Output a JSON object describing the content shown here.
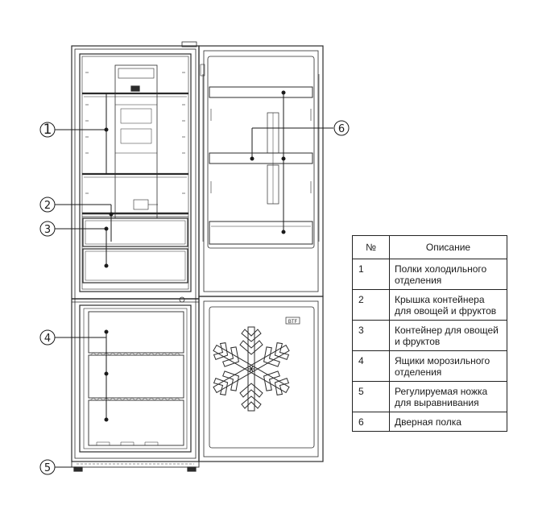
{
  "callouts": [
    "1",
    "2",
    "3",
    "4",
    "5",
    "6"
  ],
  "freezer_badge": "BTF",
  "table": {
    "headers": [
      "№",
      "Описание"
    ],
    "rows": [
      {
        "num": "1",
        "desc": "Полки холодильного отделения"
      },
      {
        "num": "2",
        "desc": "Крышка контейнера для овощей и фруктов"
      },
      {
        "num": "3",
        "desc": "Контейнер для овощей и фруктов"
      },
      {
        "num": "4",
        "desc": "Ящики морозильного отделения"
      },
      {
        "num": "5",
        "desc": "Регулируемая ножка для выравнивания"
      },
      {
        "num": "6",
        "desc": "Дверная полка"
      }
    ]
  }
}
